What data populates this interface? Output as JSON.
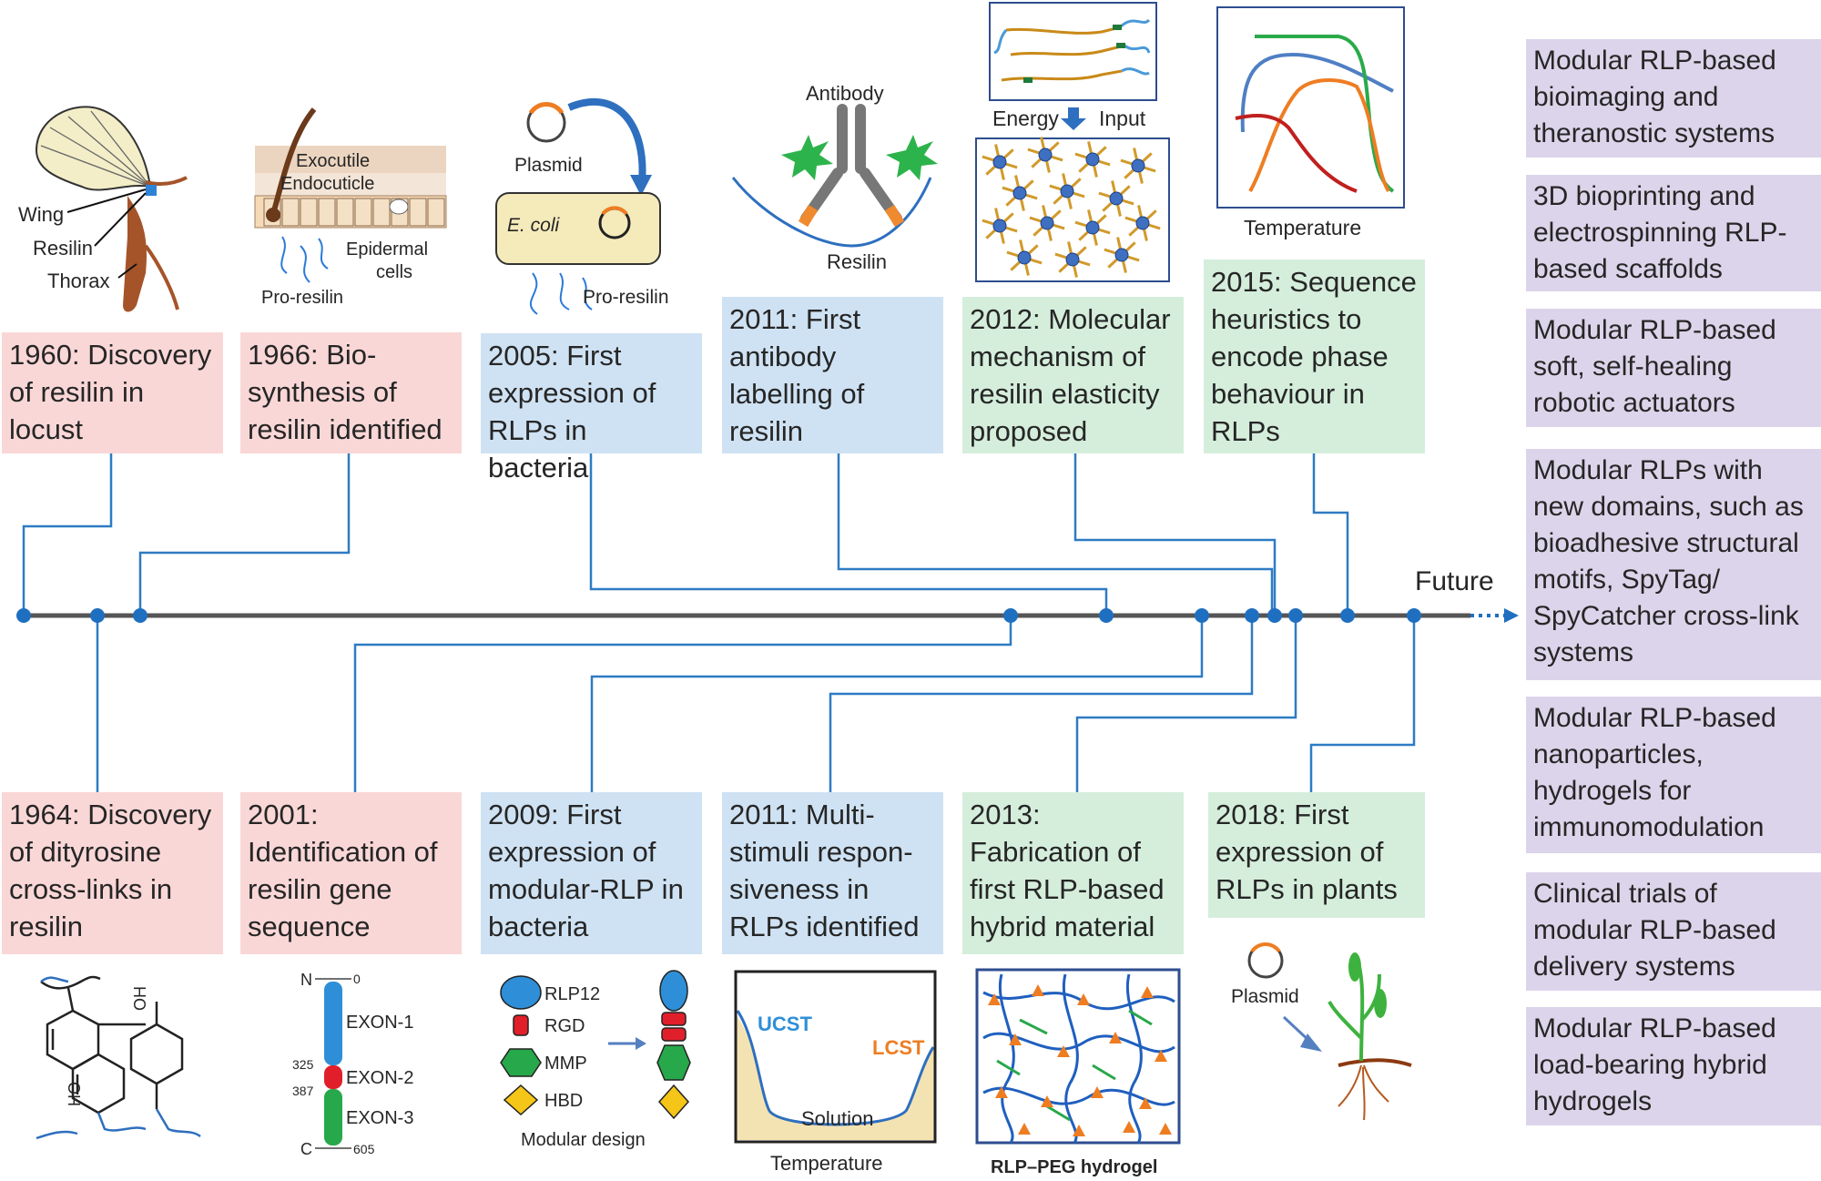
{
  "timeline": {
    "future_label": "Future",
    "colors": {
      "axis": "#555555",
      "connector": "#2e7bc4",
      "dot": "#1f6fc0",
      "pink_box": "#fad7d7",
      "blue_box": "#cfe2f3",
      "green_box": "#d5eedc",
      "purple_box": "#dcd4ea"
    },
    "top_events": [
      {
        "label": "1960: Discovery of resilin in locust"
      },
      {
        "label": "1966: Bio-synthesis of resilin identified"
      },
      {
        "label": "2005: First expression of RLPs in bacteria"
      },
      {
        "label": "2011: First antibody labelling of resilin"
      },
      {
        "label": "2012: Molecular mechanism of resilin elasticity proposed"
      },
      {
        "label": "2015: Sequence heuristics to encode phase behaviour in RLPs"
      }
    ],
    "bottom_events": [
      {
        "label": "1964: Discovery of dityrosine cross-links in resilin"
      },
      {
        "label": "2001: Identification of resilin gene sequence"
      },
      {
        "label": "2009: First expression of modular-RLP in bacteria"
      },
      {
        "label": "2011: Multi-stimuli respon-siveness in RLPs identified"
      },
      {
        "label": "2013: Fabrication of first RLP-based hybrid material"
      },
      {
        "label": "2018: First expression of RLPs in plants"
      }
    ],
    "future_items": [
      "Modular RLP-based bioimaging  and theranostic systems",
      "3D bioprinting and electrospinning RLP-based scaffolds",
      "Modular RLP-based soft, self-healing robotic actuators",
      "Modular RLPs with new domains, such as bioadhesive structural motifs, SpyTag/ SpyCatcher cross-link systems",
      "Modular RLP-based nanoparticles, hydrogels for immunomodulation",
      "Clinical trials of modular RLP-based delivery systems",
      "Modular RLP-based load-bearing hybrid hydrogels"
    ]
  },
  "illustrations": {
    "locust": {
      "wing": "Wing",
      "resilin": "Resilin",
      "thorax": "Thorax"
    },
    "cuticle": {
      "exocutile": "Exocutile",
      "endocuticle": "Endocuticle",
      "epidermal": "Epidermal",
      "cells": "cells",
      "proresilin": "Pro-resilin"
    },
    "ecoli": {
      "plasmid": "Plasmid",
      "ecoli": "E. coli",
      "proresilin": "Pro-resilin"
    },
    "antibody": {
      "antibody": "Antibody",
      "resilin": "Resilin"
    },
    "energy": {
      "energy": "Energy",
      "input": "Input",
      "arrow_icon": "down-arrow-icon"
    },
    "phase_curves": {
      "xlabel": "Temperature",
      "curve_colors": [
        "#4f7fc4",
        "#2aaa4a",
        "#ee7d22",
        "#c0201f"
      ]
    },
    "gene": {
      "n": "N",
      "c": "C",
      "exon1": "EXON-1",
      "exon2": "EXON-2",
      "exon3": "EXON-3",
      "n0": "0",
      "n325": "325",
      "n387": "387",
      "n605": "605"
    },
    "modular": {
      "rlp12": "RLP12",
      "rgd": "RGD",
      "mmp": "MMP",
      "hbd": "HBD",
      "caption": "Modular design"
    },
    "ucst": {
      "ucst": "UCST",
      "lcst": "LCST",
      "solution": "Solution",
      "xlabel": "Temperature"
    },
    "hydrogel": {
      "caption": "RLP–PEG hydrogel"
    },
    "plant": {
      "plasmid": "Plasmid"
    }
  }
}
